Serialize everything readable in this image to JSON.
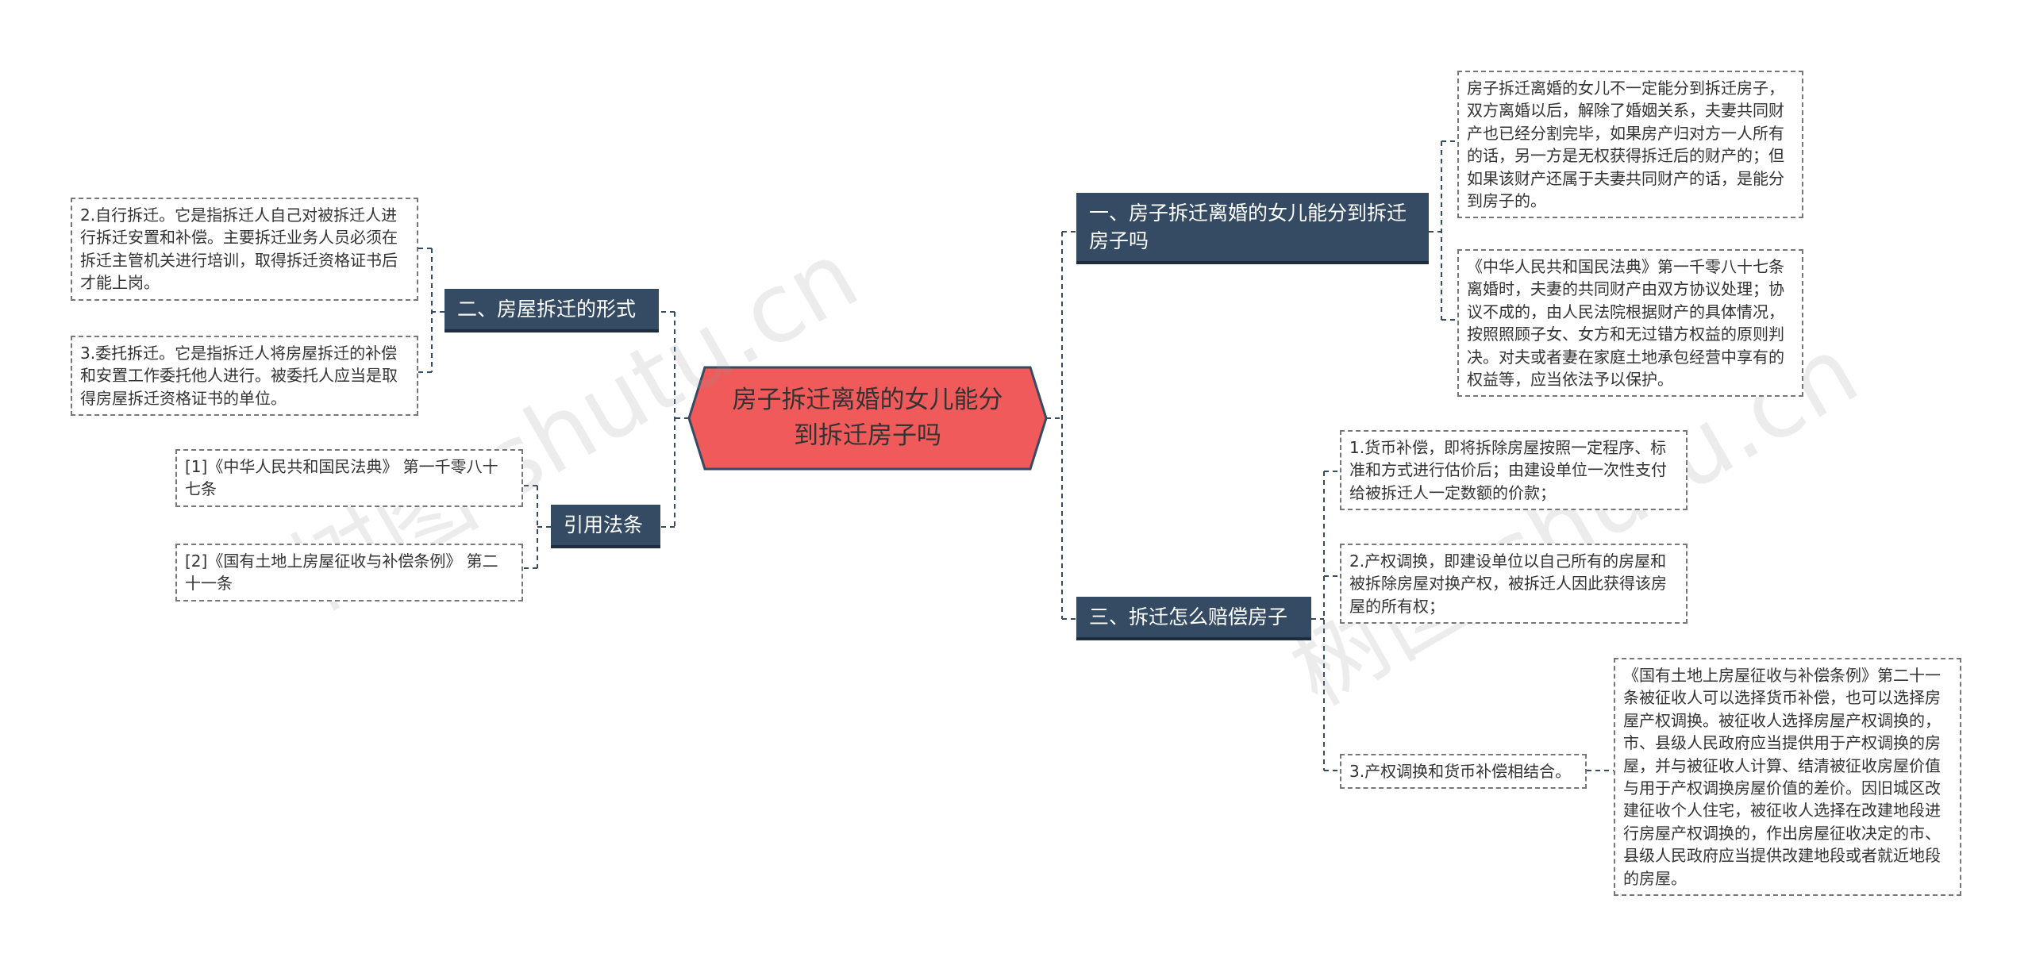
{
  "root": {
    "title": "房子拆迁离婚的女儿能分到拆迁房子吗"
  },
  "branches": {
    "b1": {
      "title": "一、房子拆迁离婚的女儿能分到拆迁房子吗",
      "leaves": [
        "房子拆迁离婚的女儿不一定能分到拆迁房子，双方离婚以后，解除了婚姻关系，夫妻共同财产也已经分割完毕，如果房产归对方一人所有的话，另一方是无权获得拆迁后的财产的；但如果该财产还属于夫妻共同财产的话，是能分到房子的。",
        "《中华人民共和国民法典》第一千零八十七条离婚时，夫妻的共同财产由双方协议处理；协议不成的，由人民法院根据财产的具体情况，按照照顾子女、女方和无过错方权益的原则判决。对夫或者妻在家庭土地承包经营中享有的权益等，应当依法予以保护。"
      ]
    },
    "b2": {
      "title": "二、房屋拆迁的形式",
      "leaves": [
        "2.自行拆迁。它是指拆迁人自己对被拆迁人进行拆迁安置和补偿。主要拆迁业务人员必须在拆迁主管机关进行培训，取得拆迁资格证书后才能上岗。",
        "3.委托拆迁。它是指拆迁人将房屋拆迁的补偿和安置工作委托他人进行。被委托人应当是取得房屋拆迁资格证书的单位。"
      ]
    },
    "b3": {
      "title": "三、拆迁怎么赔偿房子",
      "leaves": [
        "1.货币补偿，即将拆除房屋按照一定程序、标准和方式进行估价后；由建设单位一次性支付给被拆迁人一定数额的价款；",
        "2.产权调换，即建设单位以自己所有的房屋和被拆除房屋对换产权，被拆迁人因此获得该房屋的所有权；",
        "3.产权调换和货币补偿相结合。"
      ],
      "subleaf": "《国有土地上房屋征收与补偿条例》第二十一条被征收人可以选择货币补偿，也可以选择房屋产权调换。被征收人选择房屋产权调换的，市、县级人民政府应当提供用于产权调换的房屋，并与被征收人计算、结清被征收房屋价值与用于产权调换房屋价值的差价。因旧城区改建征收个人住宅，被征收人选择在改建地段进行房屋产权调换的，作出房屋征收决定的市、县级人民政府应当提供改建地段或者就近地段的房屋。"
    },
    "b4": {
      "title": "引用法条",
      "leaves": [
        "[1]《中华人民共和国民法典》 第一千零八十七条",
        "[2]《国有土地上房屋征收与补偿条例》 第二十一条"
      ]
    }
  },
  "colors": {
    "root_fill": "#f05a5a",
    "branch_fill": "#344b63",
    "line": "#344b63"
  }
}
